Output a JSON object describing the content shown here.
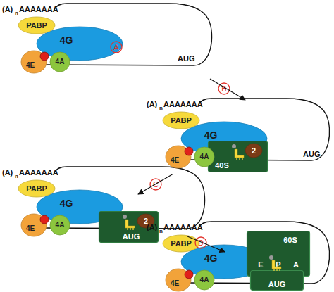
{
  "diagram": {
    "nodes": [
      {
        "text": [
          "PABP"
        ]
      },
      {
        "text": [
          "4G"
        ]
      },
      {
        "text": [
          "4E"
        ]
      },
      {
        "text": [
          "4A"
        ]
      },
      {
        "text": [
          "A"
        ]
      },
      {
        "text": [
          "B"
        ]
      },
      {
        "text": [
          "PABP"
        ]
      },
      {
        "text": [
          "4G"
        ]
      },
      {
        "text": [
          "4E"
        ]
      },
      {
        "text": [
          "4A"
        ]
      },
      {
        "text": [
          "40S"
        ]
      },
      {
        "text": [
          "2"
        ],
        "in": 10
      },
      {
        "text": [
          "C"
        ]
      },
      {
        "text": [
          "PABP"
        ]
      },
      {
        "text": [
          "4G"
        ]
      },
      {
        "text": [
          "4E"
        ]
      },
      {
        "text": [
          "4A"
        ]
      },
      {
        "text": [
          "AUG"
        ]
      },
      {
        "text": [
          "2"
        ],
        "in": 17
      },
      {
        "text": [
          "D"
        ]
      },
      {
        "text": [
          "PABP"
        ]
      },
      {
        "text": [
          "4G"
        ]
      },
      {
        "text": [
          "4E"
        ]
      },
      {
        "text": [
          "4A"
        ]
      },
      {
        "text": [
          "60S",
          "E",
          "P",
          "A"
        ]
      },
      {
        "text": [
          "AUG"
        ]
      }
    ],
    "labels": [
      "(A)",
      "n",
      "AAAAAAA",
      "AUG",
      "(A)",
      "n",
      "AAAAAAA",
      "AUG",
      "(A)",
      "n",
      "AAAAAAA",
      "(A)",
      "n",
      "AAAAAAA"
    ]
  }
}
